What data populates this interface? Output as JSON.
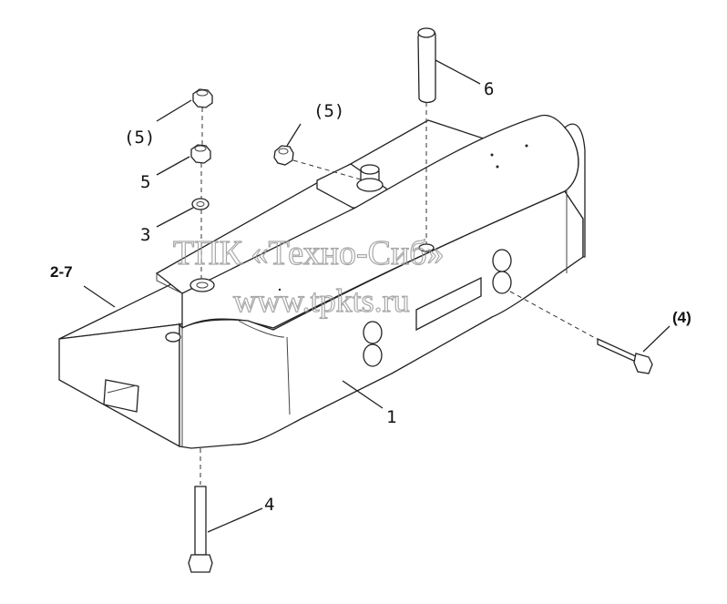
{
  "watermark": {
    "line1": "ТПК «Техно-Сиб»",
    "line2": "www.tpkts.ru"
  },
  "callouts": [
    {
      "id": "nut-top",
      "text": "(5)"
    },
    {
      "id": "nut-5",
      "text": "5"
    },
    {
      "id": "washer-3",
      "text": "3"
    },
    {
      "id": "nut-right",
      "text": "(5)"
    },
    {
      "id": "pin-6",
      "text": "6"
    },
    {
      "id": "parts-2-7",
      "text": "2-7"
    },
    {
      "id": "counterweight-1",
      "text": "1"
    },
    {
      "id": "bolt-4-side",
      "text": "(4)"
    },
    {
      "id": "bolt-4-bottom",
      "text": "4"
    }
  ]
}
